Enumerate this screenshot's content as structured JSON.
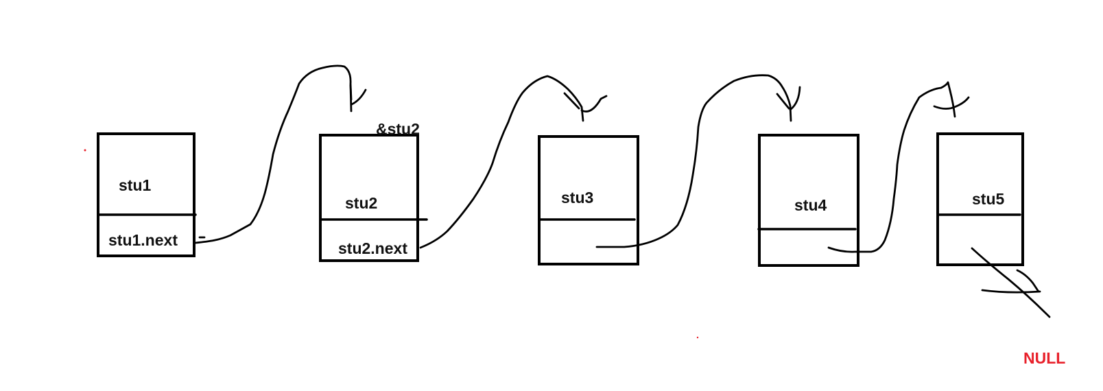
{
  "nodes": [
    {
      "name": "stu1",
      "pointer": "stu1.next"
    },
    {
      "name": "stu2",
      "pointer": "stu2.next",
      "address": "&stu2"
    },
    {
      "name": "stu3"
    },
    {
      "name": "stu4"
    },
    {
      "name": "stu5"
    }
  ],
  "terminal": "NULL",
  "colors": {
    "ink": "#000000",
    "null": "#e8212b"
  }
}
